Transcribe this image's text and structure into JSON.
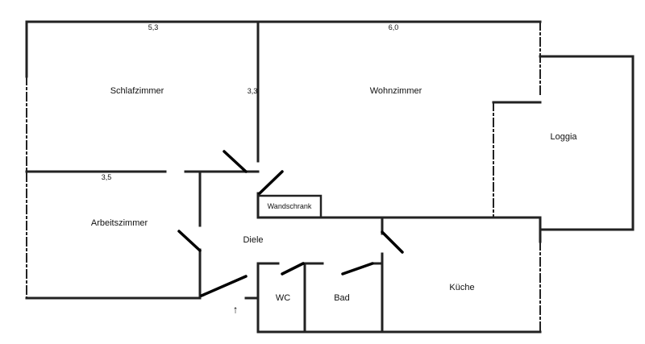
{
  "rooms": {
    "schlafzimmer": "Schlafzimmer",
    "wohnzimmer": "Wohnzimmer",
    "loggia": "Loggia",
    "arbeitszimmer": "Arbeitszimmer",
    "diele": "Diele",
    "wandschrank": "Wandschrank",
    "wc": "WC",
    "bad": "Bad",
    "kueche": "Küche"
  },
  "dimensions": {
    "schlafzimmer_width": "5,3",
    "wohnzimmer_width": "6,0",
    "schlafzimmer_depth": "3,3",
    "arbeitszimmer_width": "3,5"
  },
  "entrance_arrow": "↑"
}
